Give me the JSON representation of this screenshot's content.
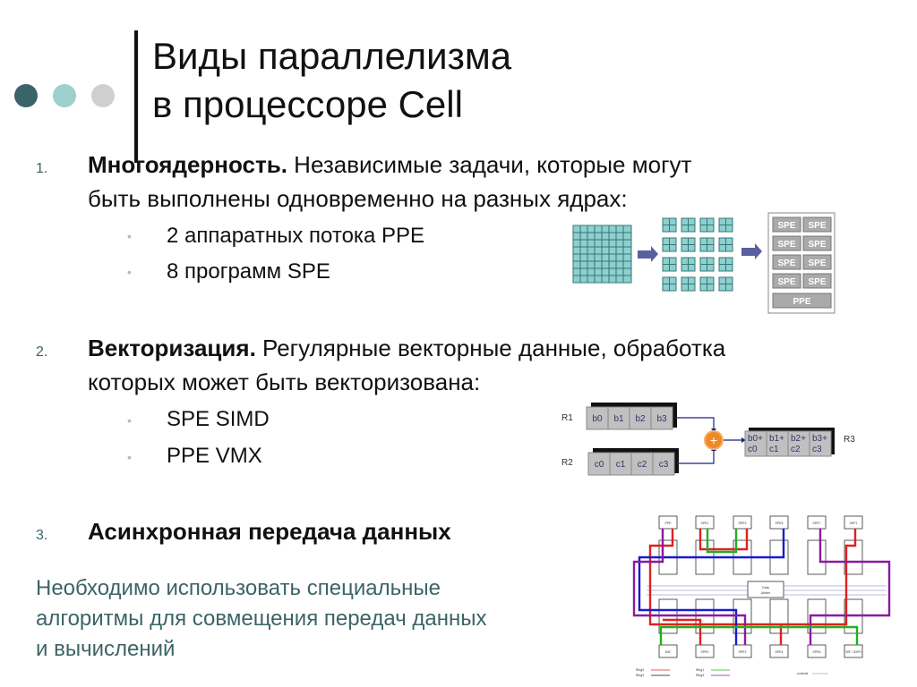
{
  "slide": {
    "title_line1": "Виды параллелизма",
    "title_line2": "в процессоре Cell",
    "decor_dots": [
      "#3a6468",
      "#9ecfcf",
      "#cfcfcf"
    ],
    "items": [
      {
        "number": "1.",
        "bold": "Многоядерность.",
        "text_line1": " Независимые задачи, которые могут",
        "text_line2": "быть выполнены одновременно на разных ядрах:",
        "bullets": [
          "2 аппаратных потока PPE",
          "8 программ SPE"
        ]
      },
      {
        "number": "2.",
        "bold": "Векторизация.",
        "text_line1": " Регулярные векторные данные, обработка",
        "text_line2": "которых может быть векторизована:",
        "bullets": [
          "SPE SIMD",
          "PPE VMX"
        ]
      },
      {
        "number": "3.",
        "bold": "Асинхронная передача данных"
      }
    ],
    "note_line1": "Необходимо использовать специальные",
    "note_line2": "алгоритмы для совмещения передач данных",
    "note_line3": "и вычислений",
    "bullet_glyph": "•"
  },
  "diagrams": {
    "multicore": {
      "spe_label": "SPE",
      "ppe_label": "PPE",
      "colors": {
        "cell_fill": "#8fcfcd",
        "cell_stroke": "#2f7a78",
        "arrow": "#5a5fa0",
        "box_fill": "#aaaaaa"
      }
    },
    "simd": {
      "r1_label": "R1",
      "r2_label": "R2",
      "r3_label": "R3",
      "r1_cells": [
        "b0",
        "b1",
        "b2",
        "b3"
      ],
      "r2_cells": [
        "c0",
        "c1",
        "c2",
        "c3"
      ],
      "r3_cells_top": [
        "b0+",
        "b1+",
        "b2+",
        "b3+"
      ],
      "r3_cells_bottom": [
        "c0",
        "c1",
        "c2",
        "c3"
      ],
      "op": "+",
      "colors": {
        "cell": "#c0c0c0",
        "op": "#f08a24",
        "line": "#1a237e"
      }
    },
    "eib": {
      "top_units": [
        "PPE",
        "SPE1",
        "SPE3",
        "SPE5",
        "SPE7",
        "IOIF1"
      ],
      "bottom_units": [
        "MIC",
        "SPE0",
        "SPE2",
        "SPE4",
        "SPE6",
        "BIF / IOIF0"
      ],
      "ramp_label": "Ramp",
      "controller_label": "Controller",
      "arbiter_line1": "Data",
      "arbiter_line2": "Arbiter",
      "legend": [
        "Ring0",
        "Ring2",
        "Ring1",
        "Ring3",
        "controls"
      ],
      "ring_colors": {
        "ring0": "#e02020",
        "ring1": "#20b020",
        "ring2": "#1a1ad0",
        "ring3": "#8a1aa0"
      }
    }
  }
}
